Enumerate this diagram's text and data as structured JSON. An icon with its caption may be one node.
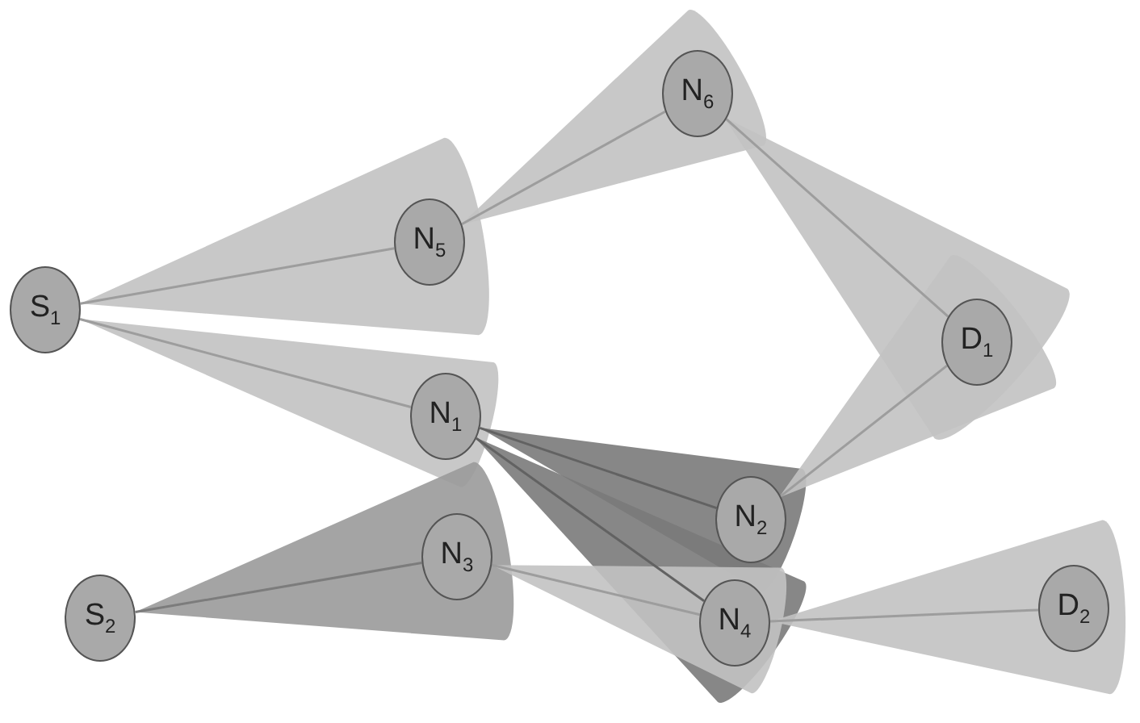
{
  "diagram": {
    "nodes": [
      {
        "text": [
          "S$_{1}$"
        ]
      },
      {
        "text": [
          "S$_{2}$"
        ]
      },
      {
        "text": [
          "N$_{1}$"
        ]
      },
      {
        "text": [
          "N$_{2}$"
        ]
      },
      {
        "text": [
          "N$_{3}$"
        ]
      },
      {
        "text": [
          "N$_{4}$"
        ]
      },
      {
        "text": [
          "N$_{5}$"
        ]
      },
      {
        "text": [
          "N$_{6}$"
        ]
      },
      {
        "text": [
          "D$_{1}$"
        ]
      },
      {
        "text": [
          "D$_{2}$"
        ]
      }
    ],
    "edges": [
      {
        "from": 0,
        "to": 6,
        "arrow": "none"
      },
      {
        "from": 0,
        "to": 2,
        "arrow": "none"
      },
      {
        "from": 6,
        "to": 7,
        "arrow": "none"
      },
      {
        "from": 7,
        "to": 8,
        "arrow": "none"
      },
      {
        "from": 2,
        "to": 3,
        "arrow": "none",
        "color": "#7a7a7a"
      },
      {
        "from": 2,
        "to": 5,
        "arrow": "none",
        "color": "#7a7a7a"
      },
      {
        "from": 1,
        "to": 4,
        "arrow": "none",
        "color": "#9a9a9a"
      },
      {
        "from": 4,
        "to": 5,
        "arrow": "none"
      },
      {
        "from": 3,
        "to": 8,
        "arrow": "none"
      },
      {
        "from": 5,
        "to": 9,
        "arrow": "none"
      }
    ]
  }
}
